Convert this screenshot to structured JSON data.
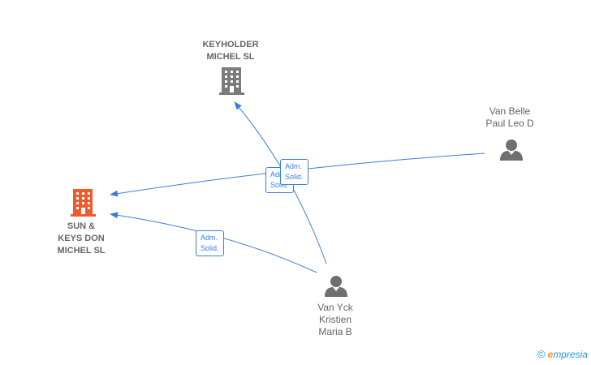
{
  "colors": {
    "edge": "#3a7fd5",
    "company_main": "#ee5b2c",
    "company_other": "#7b7b7b",
    "person": "#6f6f6f"
  },
  "nodes": {
    "keyholder": {
      "label": "KEYHOLDER\nMICHEL  SL",
      "icon": "building-icon"
    },
    "sunkeys": {
      "label": "SUN &\nKEYS DON\nMICHEL  SL",
      "icon": "building-icon"
    },
    "vanbelle": {
      "label": "Van Belle\nPaul Leo D",
      "icon": "person-icon"
    },
    "vanyck": {
      "label": "Van Yck\nKristien\nMaria B",
      "icon": "person-icon"
    }
  },
  "edges": {
    "e1": {
      "label": "Adm.\nSolid."
    },
    "e2": {
      "label": "Adm.\nSolid."
    },
    "e3": {
      "label": "Adm.\nSolid."
    }
  },
  "watermark": {
    "copyright": "©",
    "brand_initial": "e",
    "brand_rest": "mpresia"
  }
}
